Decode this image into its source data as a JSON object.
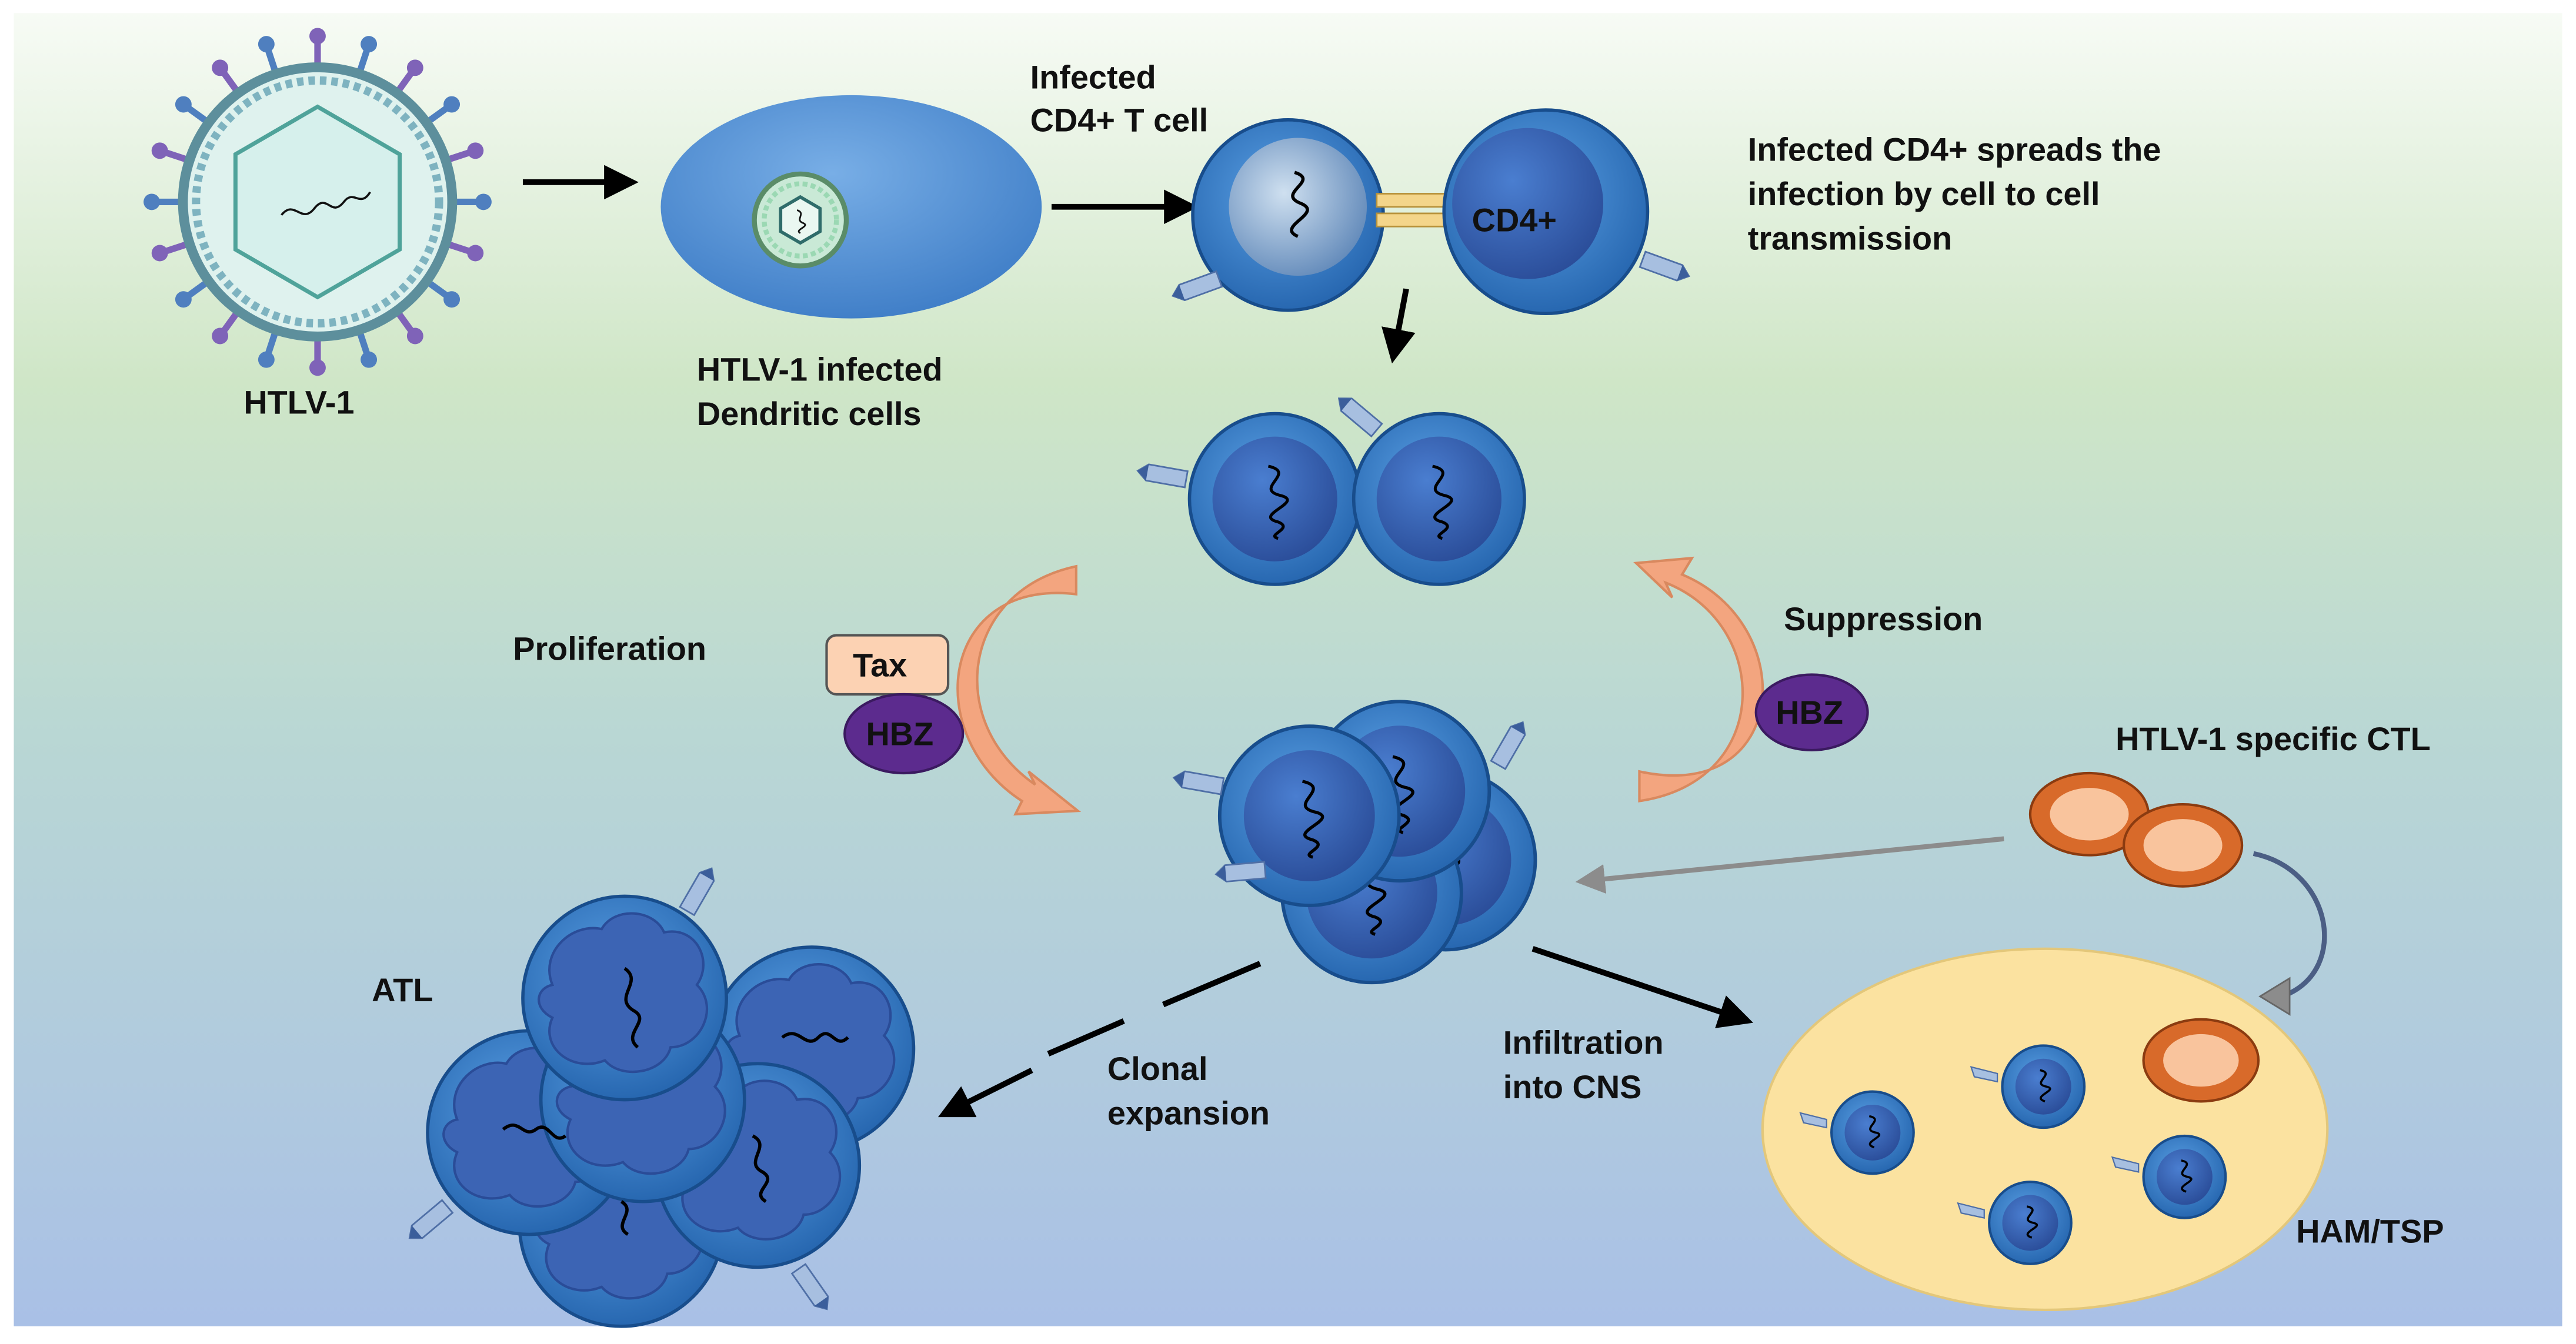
{
  "labels": {
    "htlv1": "HTLV-1",
    "dc_line1": "HTLV-1 infected",
    "dc_line2": "Dendritic cells",
    "infected_line1": "Infected",
    "infected_line2": "CD4+ T cell",
    "cd4": "CD4+",
    "spread_line1": "Infected CD4+ spreads the",
    "spread_line2": "infection by cell to cell",
    "spread_line3": "transmission",
    "proliferation": "Proliferation",
    "tax": "Tax",
    "hbz_left": "HBZ",
    "suppression": "Suppression",
    "hbz_right": "HBZ",
    "ctl": "HTLV-1 specific CTL",
    "atl": "ATL",
    "clonal_line1": "Clonal",
    "clonal_line2": "expansion",
    "infil_line1": "Infiltration",
    "infil_line2": "into CNS",
    "ham": "HAM/TSP"
  },
  "colors": {
    "bg_top": "#cfe6c7",
    "bg_bottom": "#a9c0e6",
    "cell_outer": "#2d6db5",
    "cell_inner": "#3d5fa8",
    "receptor": "#a7bfe0",
    "tax_fill": "#fcd2b3",
    "hbz_fill": "#5c2b8e",
    "ctl_outer": "#d86a2a",
    "ctl_inner": "#f9c49d",
    "ham_fill": "#fbe2a0",
    "dc_fill": "#4a86cc",
    "curved_arrow": "#f3a57f"
  }
}
